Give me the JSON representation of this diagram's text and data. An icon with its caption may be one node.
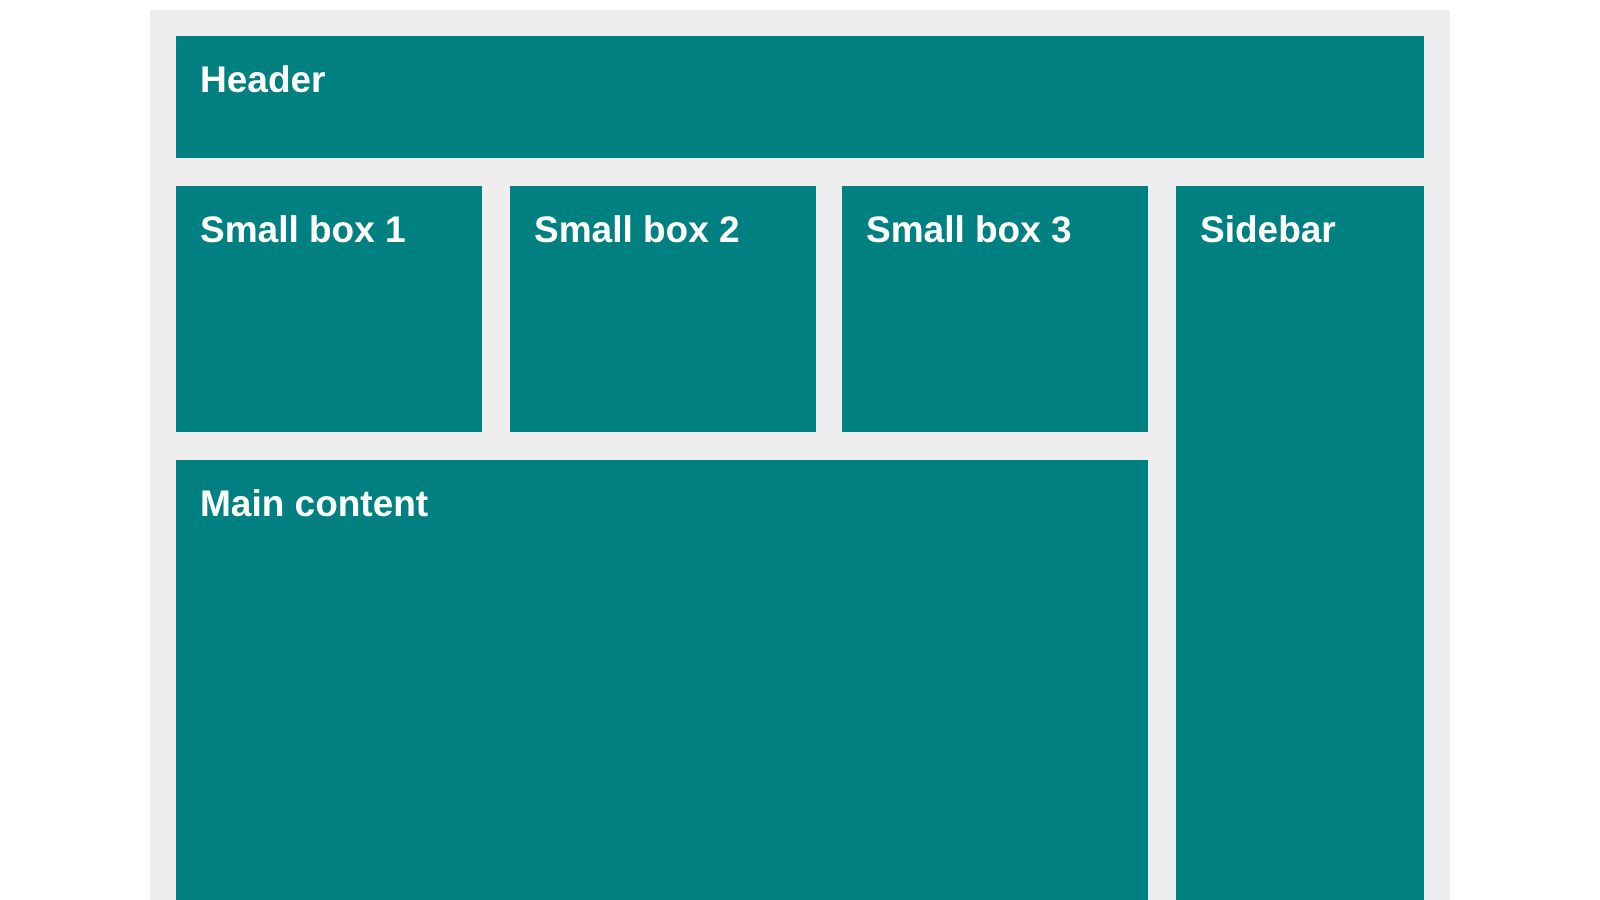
{
  "diagram": {
    "nodes": [
      {
        "text": [],
        "shape": "box"
      },
      {
        "text": [
          "Header"
        ],
        "in": 0
      },
      {
        "text": [
          "Small box 1"
        ],
        "in": 0
      },
      {
        "text": [
          "Small box 2"
        ],
        "in": 0
      },
      {
        "text": [
          "Small box 3"
        ],
        "in": 0
      },
      {
        "text": [
          "Sidebar"
        ],
        "in": 0
      },
      {
        "text": [
          "Main content"
        ],
        "in": 0
      }
    ]
  }
}
